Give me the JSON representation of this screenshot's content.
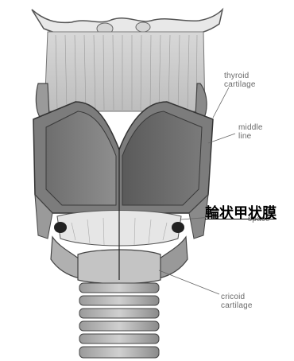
{
  "labels": {
    "thyroid_line1": "thyroid",
    "thyroid_line2": "cartilage",
    "middle_line1": "middle",
    "middle_line2": "line",
    "space_line2": "space",
    "cricoid_line1": "cricoid",
    "cricoid_line2": "cartilage"
  },
  "overlay_label": "輪状甲状膜"
}
